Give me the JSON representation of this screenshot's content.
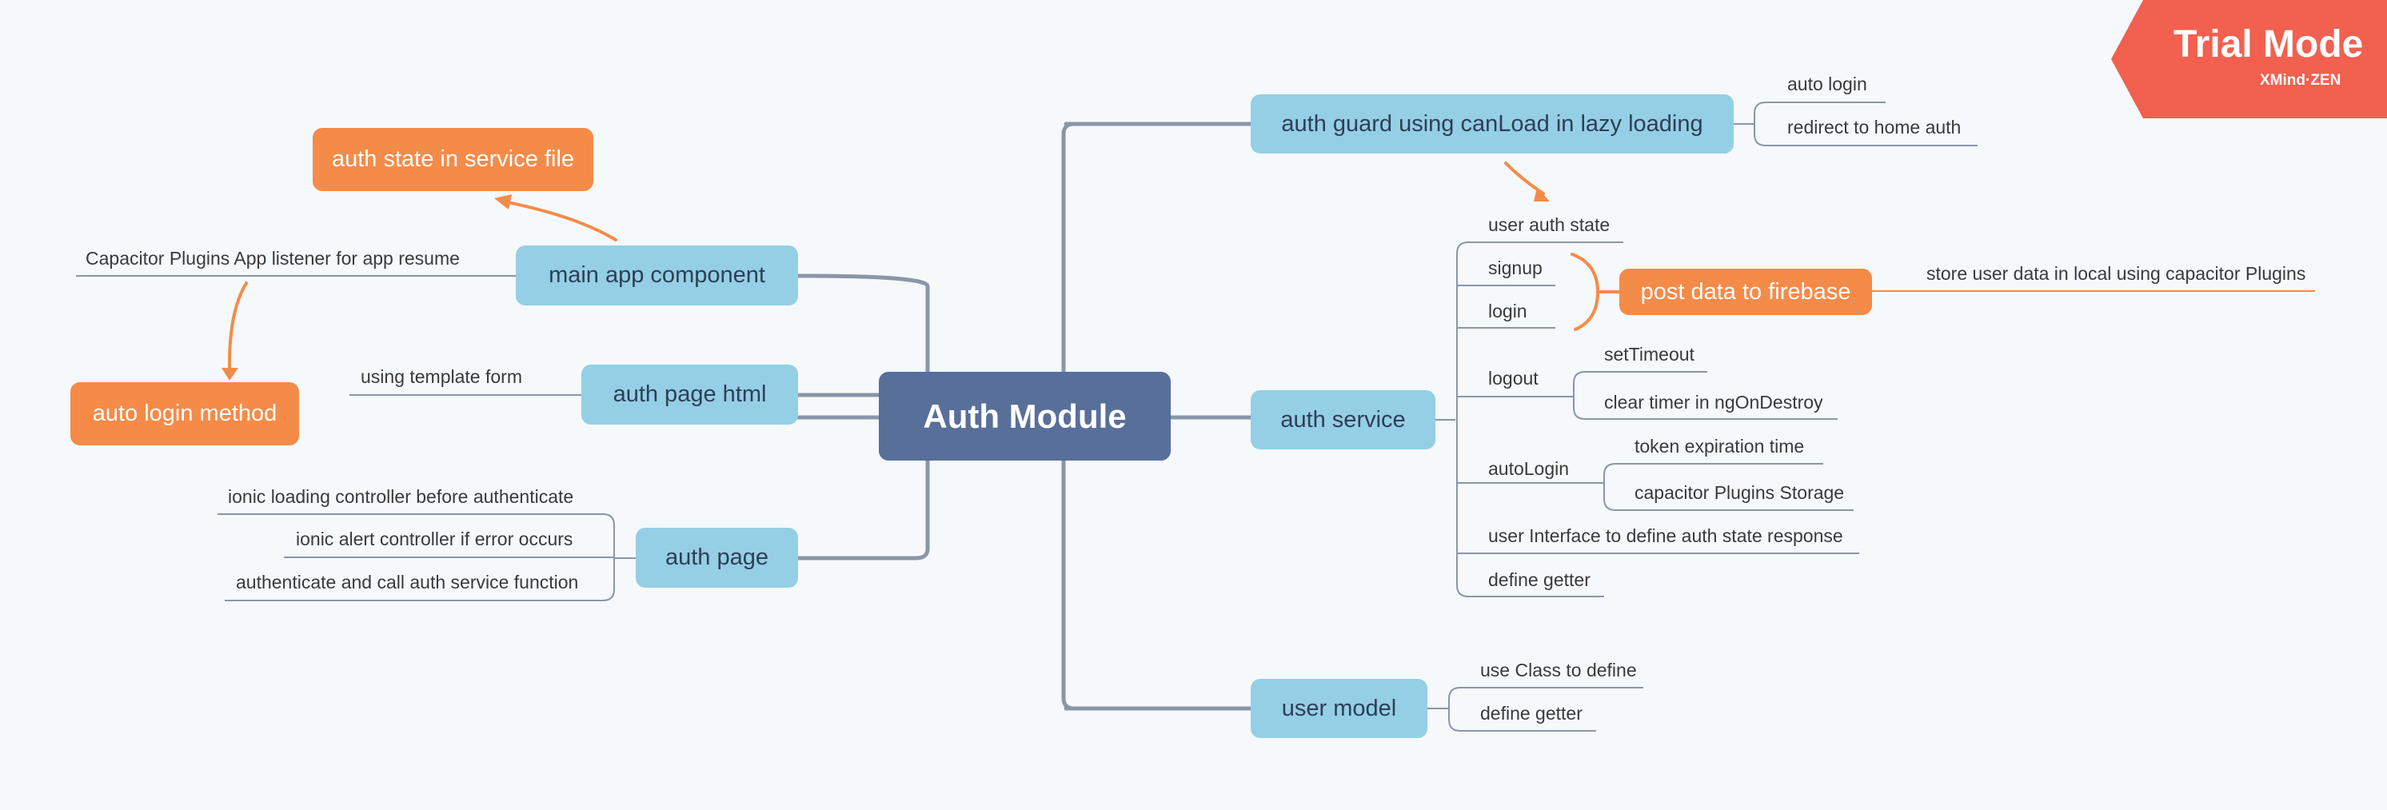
{
  "watermark": {
    "title": "Trial Mode",
    "brand": "XMind·ZEN"
  },
  "root": {
    "label": "Auth Module"
  },
  "right": {
    "auth_guard": {
      "label": "auth guard using canLoad in lazy loading",
      "children": [
        "auto login",
        "redirect to home auth"
      ]
    },
    "auth_service": {
      "label": "auth service",
      "children": {
        "user_auth_state": "user auth state",
        "signup": "signup",
        "login": "login",
        "logout": {
          "label": "logout",
          "children": [
            "setTimeout",
            "clear timer in ngOnDestroy"
          ]
        },
        "autologin": {
          "label": "autoLogin",
          "children": [
            "token expiration time",
            "capacitor Plugins Storage"
          ]
        },
        "user_interface": "user Interface to define auth state response",
        "define_getter": "define getter"
      }
    },
    "user_model": {
      "label": "user model",
      "children": [
        "use Class to define",
        "define getter"
      ]
    }
  },
  "left": {
    "main_app": {
      "label": "main app component",
      "children": [
        "Capacitor Plugins App listener for app resume"
      ]
    },
    "auth_page_html": {
      "label": "auth page html",
      "children": [
        "using template form"
      ]
    },
    "auth_page": {
      "label": "auth page",
      "children": [
        "ionic loading controller before authenticate",
        "ionic alert controller if error occurs",
        "authenticate and call auth service function"
      ]
    }
  },
  "floating": {
    "auth_state_service": "auth state in service file",
    "auto_login_method": "auto login method",
    "post_firebase": {
      "label": "post data to firebase",
      "children": [
        "store user data in local using capacitor Plugins"
      ]
    }
  },
  "colors": {
    "background": "#f5f9fc",
    "root": "#586f9a",
    "main_topic": "#94cfe6",
    "floating_topic": "#f58b49",
    "connector": "#8a96a8",
    "relationship": "#f58b49",
    "watermark": "#f2604f"
  }
}
